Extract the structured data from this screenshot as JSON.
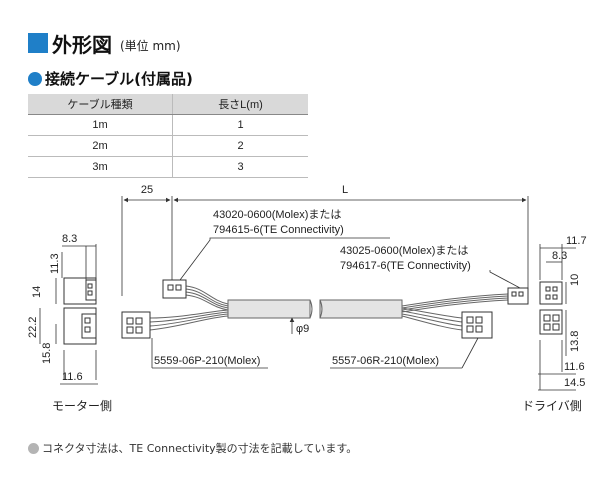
{
  "header": {
    "title": "外形図",
    "unit_note": "(単位 mm)"
  },
  "section": {
    "title": "接続ケーブル(付属品)"
  },
  "table": {
    "headers": [
      "ケーブル種類",
      "長さL(m)"
    ],
    "rows": [
      [
        "1m",
        "1"
      ],
      [
        "2m",
        "2"
      ],
      [
        "3m",
        "3"
      ]
    ]
  },
  "drawing": {
    "dim_25": "25",
    "dim_L": "L",
    "dim_phi9": "φ9",
    "label_conn_a_line1": "43020-0600(Molex)または",
    "label_conn_a_line2": "794615-6(TE Connectivity)",
    "label_conn_b_line1": "43025-0600(Molex)または",
    "label_conn_b_line2": "794617-6(TE Connectivity)",
    "label_conn_c": "5559-06P-210(Molex)",
    "label_conn_d": "5557-06R-210(Molex)",
    "left_dims": {
      "w_top": "8.3",
      "h_top": "11.3",
      "h_14": "14",
      "h_22_2": "22.2",
      "h_15_8": "15.8",
      "w_bottom": "11.6"
    },
    "right_dims": {
      "w_11_7": "11.7",
      "w_8_3": "8.3",
      "h_10": "10",
      "h_13_8": "13.8",
      "w_11_6": "11.6",
      "w_14_5": "14.5"
    },
    "motor_side": "モーター側",
    "driver_side": "ドライバ側"
  },
  "footnote": "コネクタ寸法は、TE Connectivity製の寸法を記載しています。",
  "colors": {
    "accent": "#1f7fc8",
    "table_header_bg": "#d9d9d9"
  }
}
